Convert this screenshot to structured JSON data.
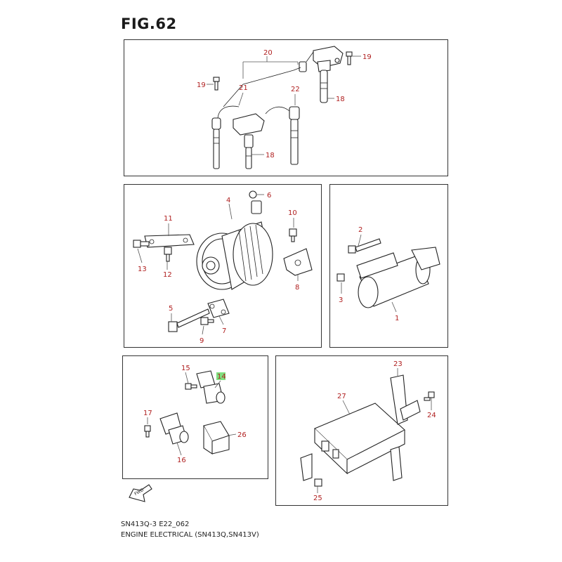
{
  "figure": {
    "title": "FIG.62",
    "code": "SN413Q-3 E22_062",
    "caption": "ENGINE ELECTRICAL (SN413Q,SN413V)",
    "fwd_label": "FWD"
  },
  "callouts": {
    "p1": "1",
    "p2": "2",
    "p3": "3",
    "p4": "4",
    "p5": "5",
    "p6": "6",
    "p7": "7",
    "p8": "8",
    "p9": "9",
    "p10": "10",
    "p11": "11",
    "p12": "12",
    "p13": "13",
    "p14": "14",
    "p15": "15",
    "p16": "16",
    "p17": "17",
    "p18a": "18",
    "p18b": "18",
    "p19a": "19",
    "p19b": "19",
    "p20": "20",
    "p21": "21",
    "p22": "22",
    "p23": "23",
    "p24": "24",
    "p25": "25",
    "p26": "26",
    "p27": "27"
  },
  "colors": {
    "callout": "#b02020",
    "highlight": "#7fe07f",
    "line": "#333333"
  }
}
